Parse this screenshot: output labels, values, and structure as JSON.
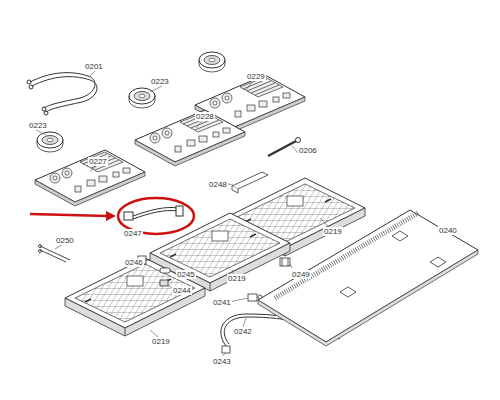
{
  "diagram": {
    "labels": [
      "0201",
      "0223",
      "0229",
      "0223",
      "0228",
      "0227",
      "0206",
      "0248",
      "0247",
      "0219",
      "0250",
      "0246",
      "0245",
      "0244",
      "0249",
      "0219",
      "0240",
      "0241",
      "0242",
      "0243",
      "0219"
    ]
  }
}
